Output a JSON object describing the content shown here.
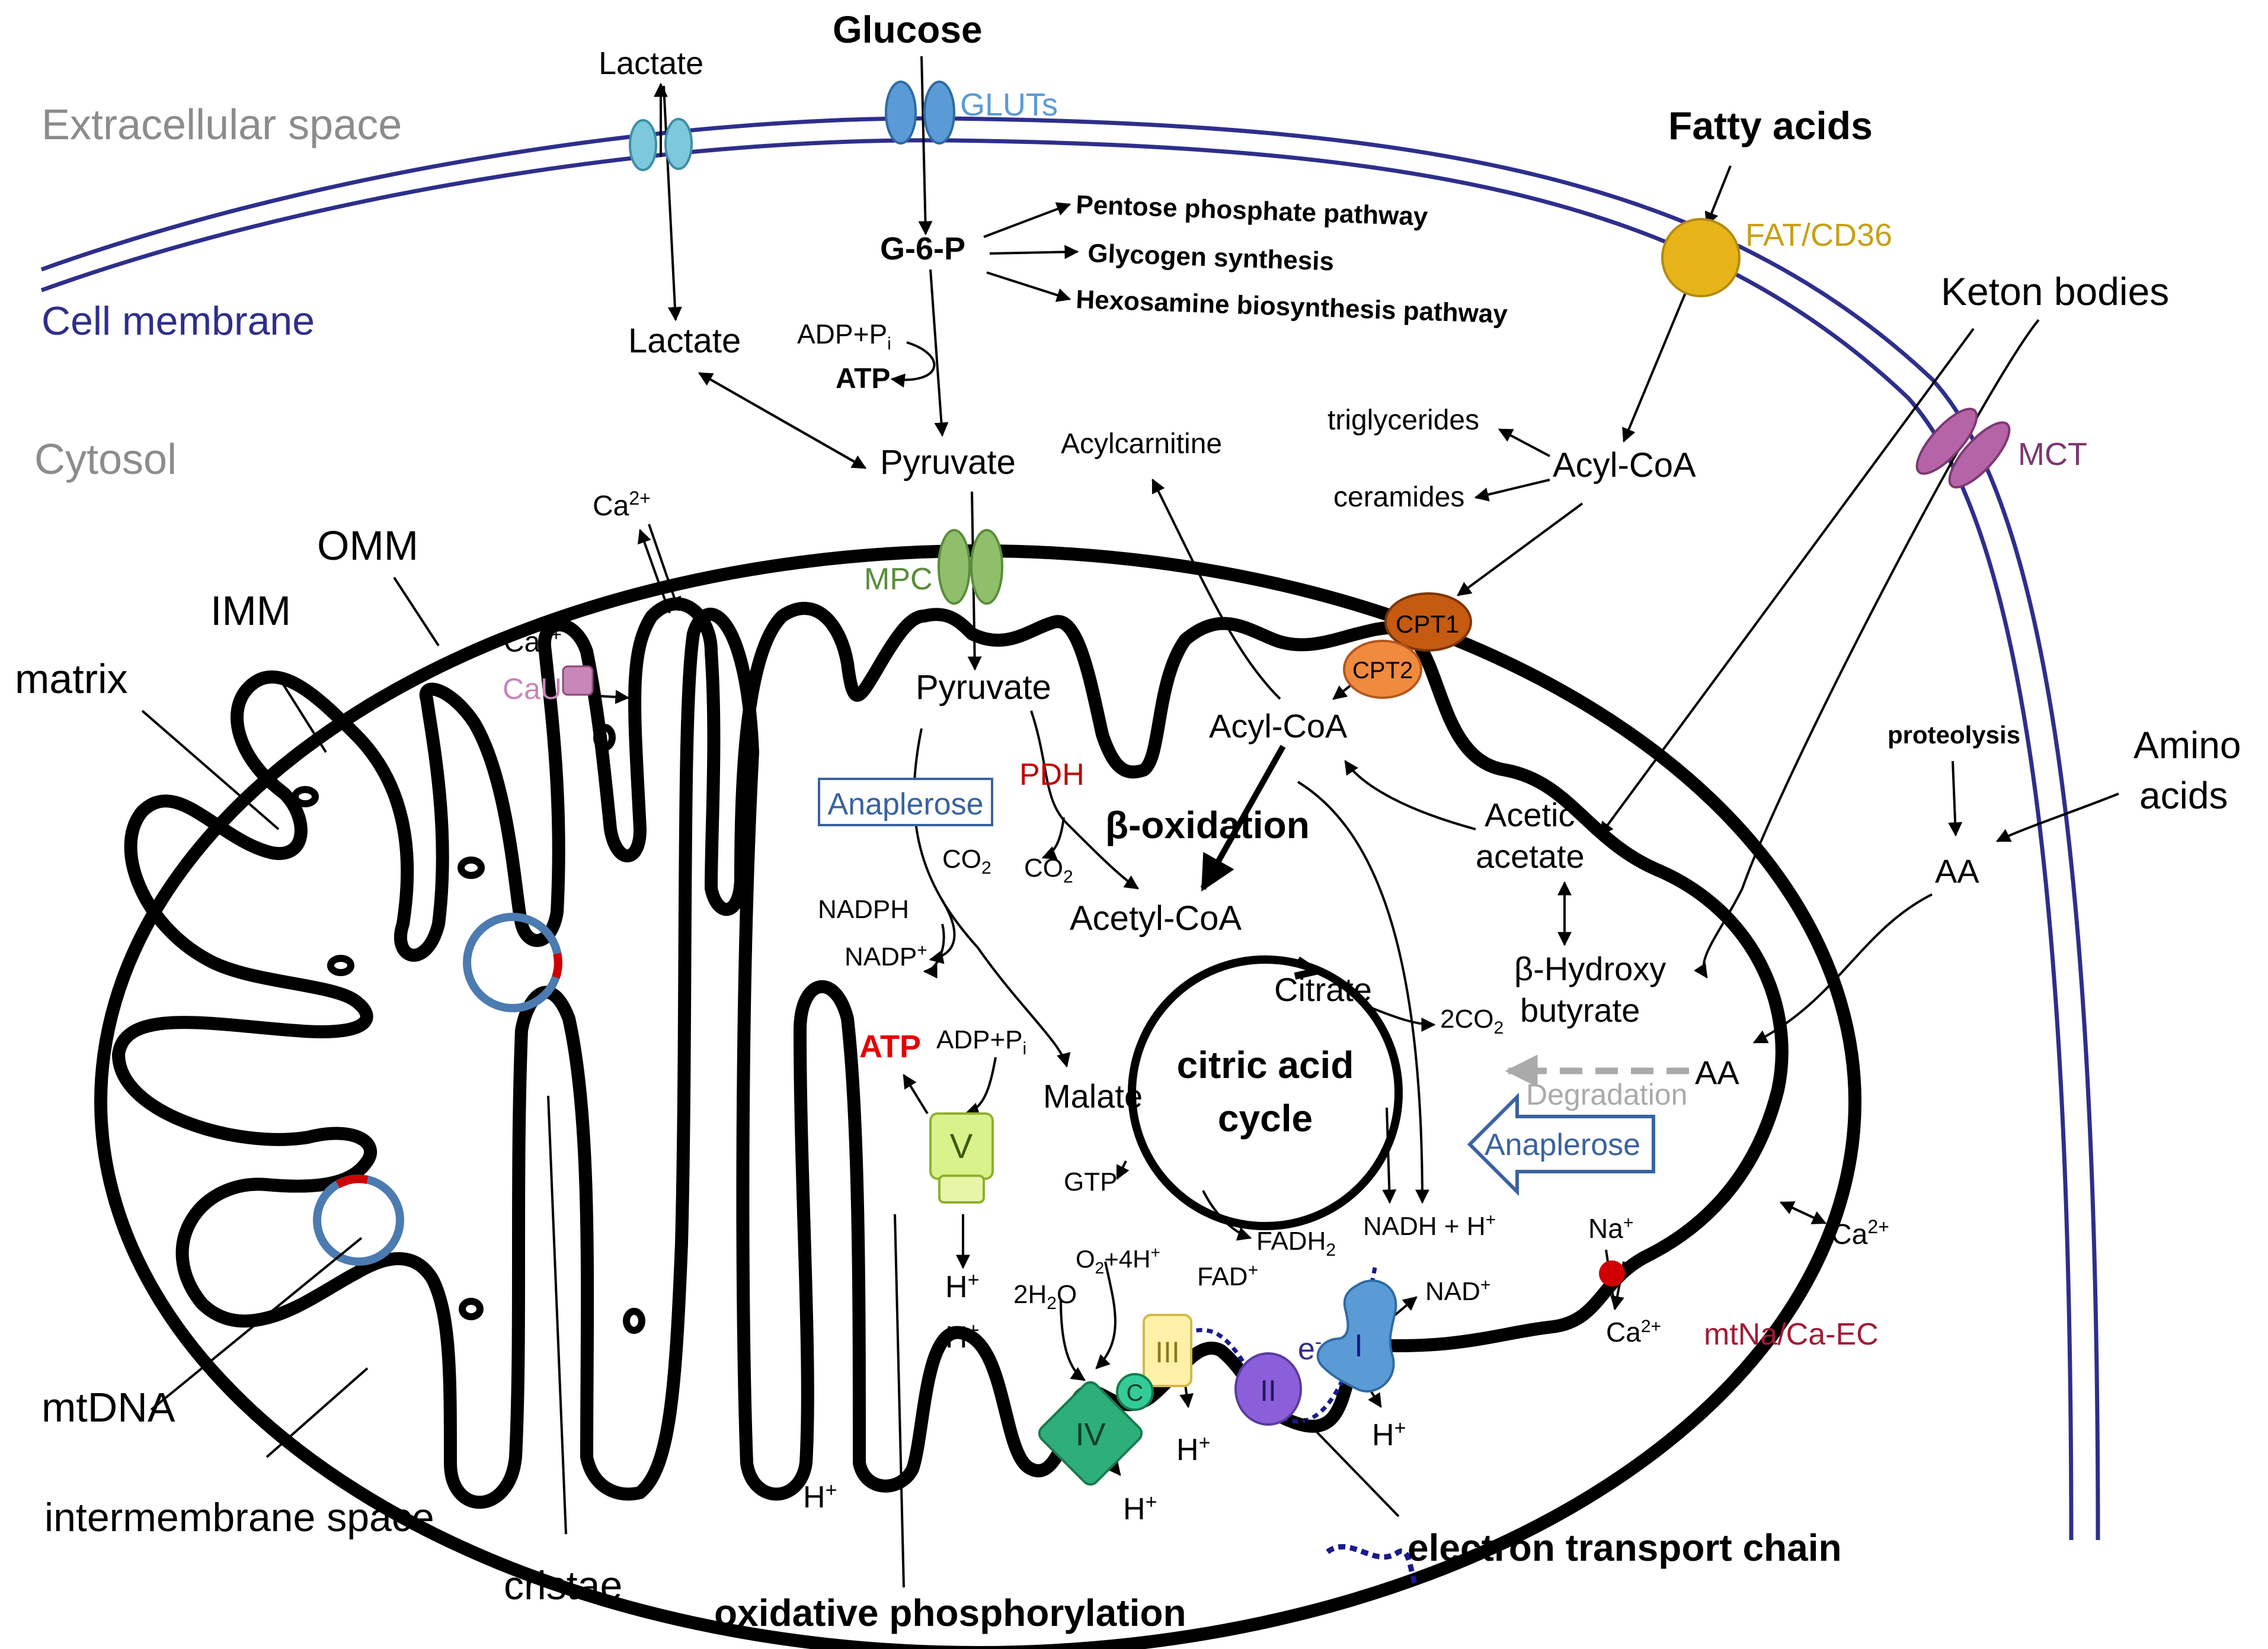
{
  "regions": {
    "extracellular": "Extracellular space",
    "cell_membrane": "Cell membrane",
    "cytosol": "Cytosol",
    "omm": "OMM",
    "imm": "IMM",
    "matrix": "matrix",
    "mtdna": "mtDNA",
    "intermembrane": "intermembrane space",
    "cristae": "cristae"
  },
  "substrates": {
    "glucose": "Glucose",
    "fatty_acids": "Fatty acids",
    "keton_bodies": "Keton bodies",
    "amino": "Amino",
    "acids": "acids",
    "lactate_out": "Lactate",
    "lactate_in": "Lactate"
  },
  "transporters": {
    "gluts": "GLUTs",
    "fat_cd36": "FAT/CD36",
    "mct": "MCT",
    "mpc": "MPC",
    "cpt1": "CPT1",
    "cpt2": "CPT2",
    "cau": "CaU",
    "mtna": "mtNa/Ca-EC"
  },
  "glycolysis": {
    "g6p": "G-6-P",
    "ppp": "Pentose phosphate pathway",
    "glycogen": "Glycogen synthesis",
    "hexosamine": "Hexosamine biosynthesis pathway",
    "adp": "ADP+P",
    "adp_sub": "i",
    "atp": "ATP",
    "pyruvate": "Pyruvate"
  },
  "lipid": {
    "acylcarnitine": "Acylcarnitine",
    "triglycerides": "triglycerides",
    "ceramides": "ceramides",
    "acyl_coa_cyto": "Acyl-CoA",
    "acyl_coa_mito": "Acyl-CoA",
    "beta_ox": "β-oxidation"
  },
  "matrix_metabolism": {
    "pyruvate": "Pyruvate",
    "pdh": "PDH",
    "co2": "CO",
    "co2_sub": "2",
    "acetyl_coa": "Acetyl-CoA",
    "citrate": "Citrate",
    "malate": "Malate",
    "cac_line1": "citric acid",
    "cac_line2": "cycle",
    "two_co2": "2CO",
    "two_co2_sub": "2",
    "gtp": "GTP",
    "anaplerose1": "Anaplerose",
    "anaplerose2": "Anaplerose",
    "nadph": "NADPH",
    "nadp": "NADP",
    "nadp_sup": "+",
    "acetic": "Acetic",
    "acetate": "acetate",
    "hydroxy": "β-Hydroxy",
    "butyrate": "butyrate",
    "aa_mito": "AA",
    "aa_cyto": "AA",
    "proteolysis": "proteolysis",
    "degradation": "Degradation"
  },
  "ions": {
    "ca": "Ca",
    "ca_sup": "2+",
    "na": "Na",
    "na_sup": "+",
    "h": "H",
    "h_sup": "+"
  },
  "etc": {
    "fadh2": "FADH",
    "fadh2_sub": "2",
    "fad": "FAD",
    "fad_sup": "+",
    "nadh": "NADH + H",
    "nadh_sup": "+",
    "nad": "NAD",
    "nad_sup": "+",
    "o2": "O",
    "o2_sub": "2",
    "o2_rest": "+4H",
    "o2_sup": "+",
    "h2o_a": "2H",
    "h2o_sub": "2",
    "h2o_b": "O",
    "e": "e",
    "e_sup": "-",
    "complex_i": "I",
    "complex_ii": "II",
    "complex_iii": "III",
    "complex_iv": "IV",
    "complex_v": "V",
    "cyt_c": "C",
    "atp_red": "ATP",
    "adp": "ADP+P",
    "adp_sub": "i"
  },
  "legend": {
    "etc": "electron transport chain",
    "oxphos": "oxidative phosphorylation"
  },
  "colors": {
    "membrane": "#2e2e8c",
    "label_gray": "#8c8c8c",
    "glut": "#5b9bd5",
    "lactate_transporter": "#7ec8dc",
    "fat_cd36": "#e6b419",
    "mct": "#b565a7",
    "mpc": "#8fbf6a",
    "cpt1": "#c55a11",
    "cpt2": "#f08a3e",
    "pdh": "#c00000",
    "anaplerose": "#3a62a0",
    "complex_i": "#5b9bd5",
    "complex_ii": "#8b5fd9",
    "complex_iii": "#fff2a8",
    "complex_iv": "#2eae79",
    "complex_v": "#d9f28c",
    "cyt_c": "#33cc99",
    "mtdna": "#4b7bb0",
    "atp_red": "#e60000",
    "mtna": "#a01c38"
  }
}
